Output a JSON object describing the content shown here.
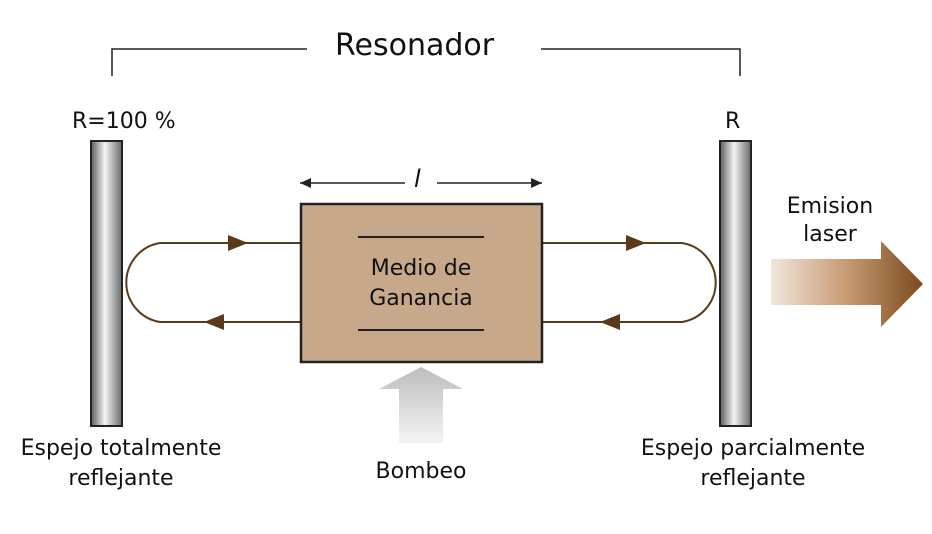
{
  "title": "Resonador",
  "left_mirror": {
    "reflectivity_label": "R=100 %",
    "caption_line1": "Espejo totalmente",
    "caption_line2": "reflejante"
  },
  "right_mirror": {
    "reflectivity_label": "R",
    "caption_line1": "Espejo parcialmente",
    "caption_line2": "reflejante"
  },
  "gain_medium": {
    "length_symbol": "l",
    "label_line1": "Medio de",
    "label_line2": "Ganancia",
    "fill_color": "#c8a88a"
  },
  "pump": {
    "label": "Bombeo"
  },
  "emission": {
    "label_line1": "Emision",
    "label_line2": "laser",
    "color": "#7a4a1c"
  },
  "colors": {
    "beam": "#5a3a1a",
    "mirror_dark": "#555555",
    "mirror_light": "#f2f2f2"
  }
}
